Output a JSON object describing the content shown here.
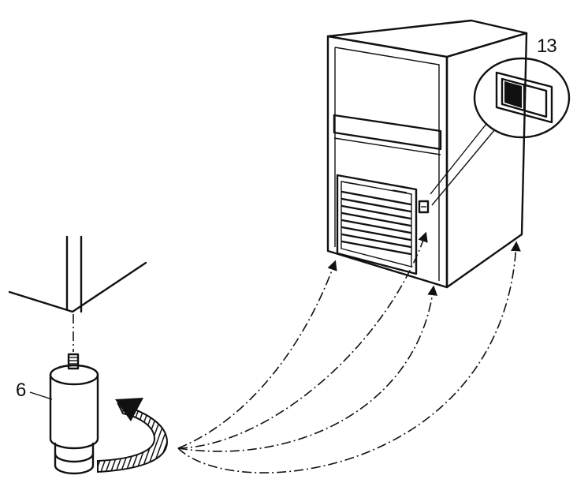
{
  "figure": {
    "callouts": [
      {
        "id": "13",
        "text": "13",
        "refers_to": "rocker-switch"
      },
      {
        "id": "6",
        "text": "6",
        "refers_to": "adjustable-foot"
      }
    ]
  },
  "colors": {
    "line": "#111111",
    "background": "#ffffff"
  },
  "icons": {
    "rotation": "curved-arrow-icon",
    "switch": "rocker-switch-icon"
  }
}
